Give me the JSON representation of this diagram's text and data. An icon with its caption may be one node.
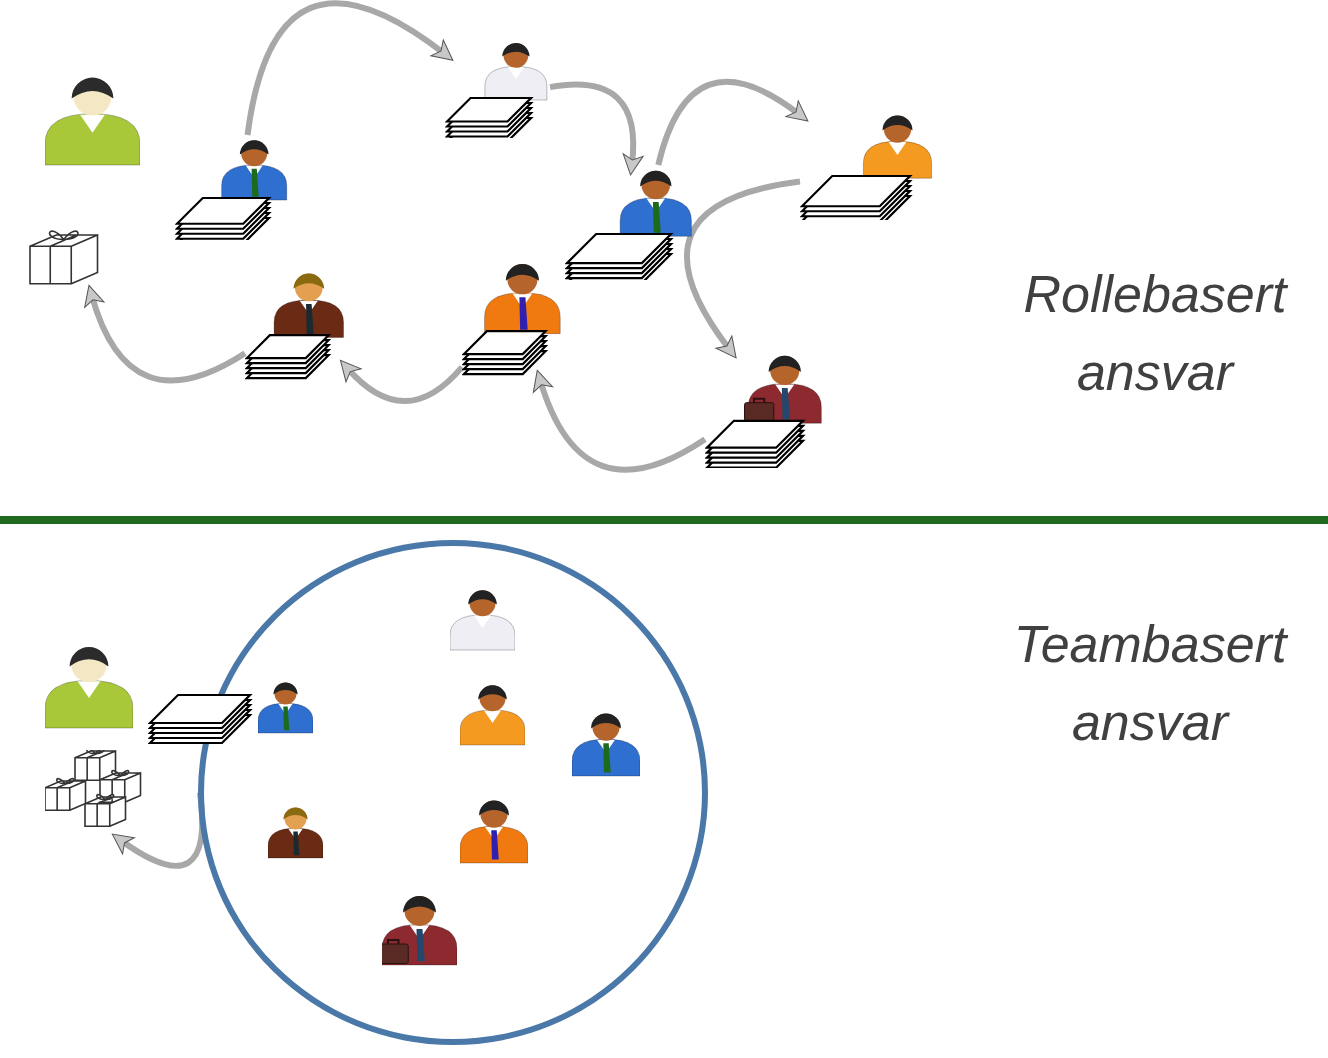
{
  "diagram": {
    "nodes": [
      {
        "text": [],
        "shape": "picture"
      },
      {
        "text": [],
        "shape": "picture"
      },
      {
        "text": [],
        "shape": "picture"
      },
      {
        "text": [],
        "shape": "picture"
      },
      {
        "text": [],
        "shape": "picture"
      },
      {
        "text": [],
        "shape": "picture"
      },
      {
        "text": [],
        "shape": "picture"
      },
      {
        "text": [],
        "shape": "picture"
      },
      {
        "text": [],
        "shape": "picture"
      },
      {
        "text": [],
        "shape": "picture"
      },
      {
        "text": [],
        "shape": "picture"
      },
      {
        "text": [],
        "shape": "circle"
      },
      {
        "text": [],
        "shape": "picture",
        "in": 11
      },
      {
        "text": [],
        "shape": "picture",
        "in": 11
      },
      {
        "text": [],
        "shape": "picture",
        "in": 11
      },
      {
        "text": [],
        "shape": "picture",
        "in": 11
      },
      {
        "text": [],
        "shape": "picture",
        "in": 11
      },
      {
        "text": [],
        "shape": "picture",
        "in": 11
      },
      {
        "text": [],
        "shape": "picture",
        "in": 11
      }
    ],
    "edges": [
      {
        "from": 2,
        "to": 3,
        "arrow": "to"
      },
      {
        "from": 3,
        "to": 4,
        "arrow": "to"
      },
      {
        "from": 4,
        "to": 5,
        "arrow": "to"
      },
      {
        "from": 5,
        "to": 6,
        "arrow": "to"
      },
      {
        "from": 6,
        "to": 7,
        "arrow": "to"
      },
      {
        "from": 7,
        "to": 8,
        "arrow": "to"
      },
      {
        "from": 8,
        "to": 1,
        "arrow": "to"
      },
      {
        "from": 11,
        "to": 10,
        "arrow": "to"
      }
    ],
    "labels": [
      "Rollebasert ansvar",
      "Teambasert ansvar"
    ]
  }
}
